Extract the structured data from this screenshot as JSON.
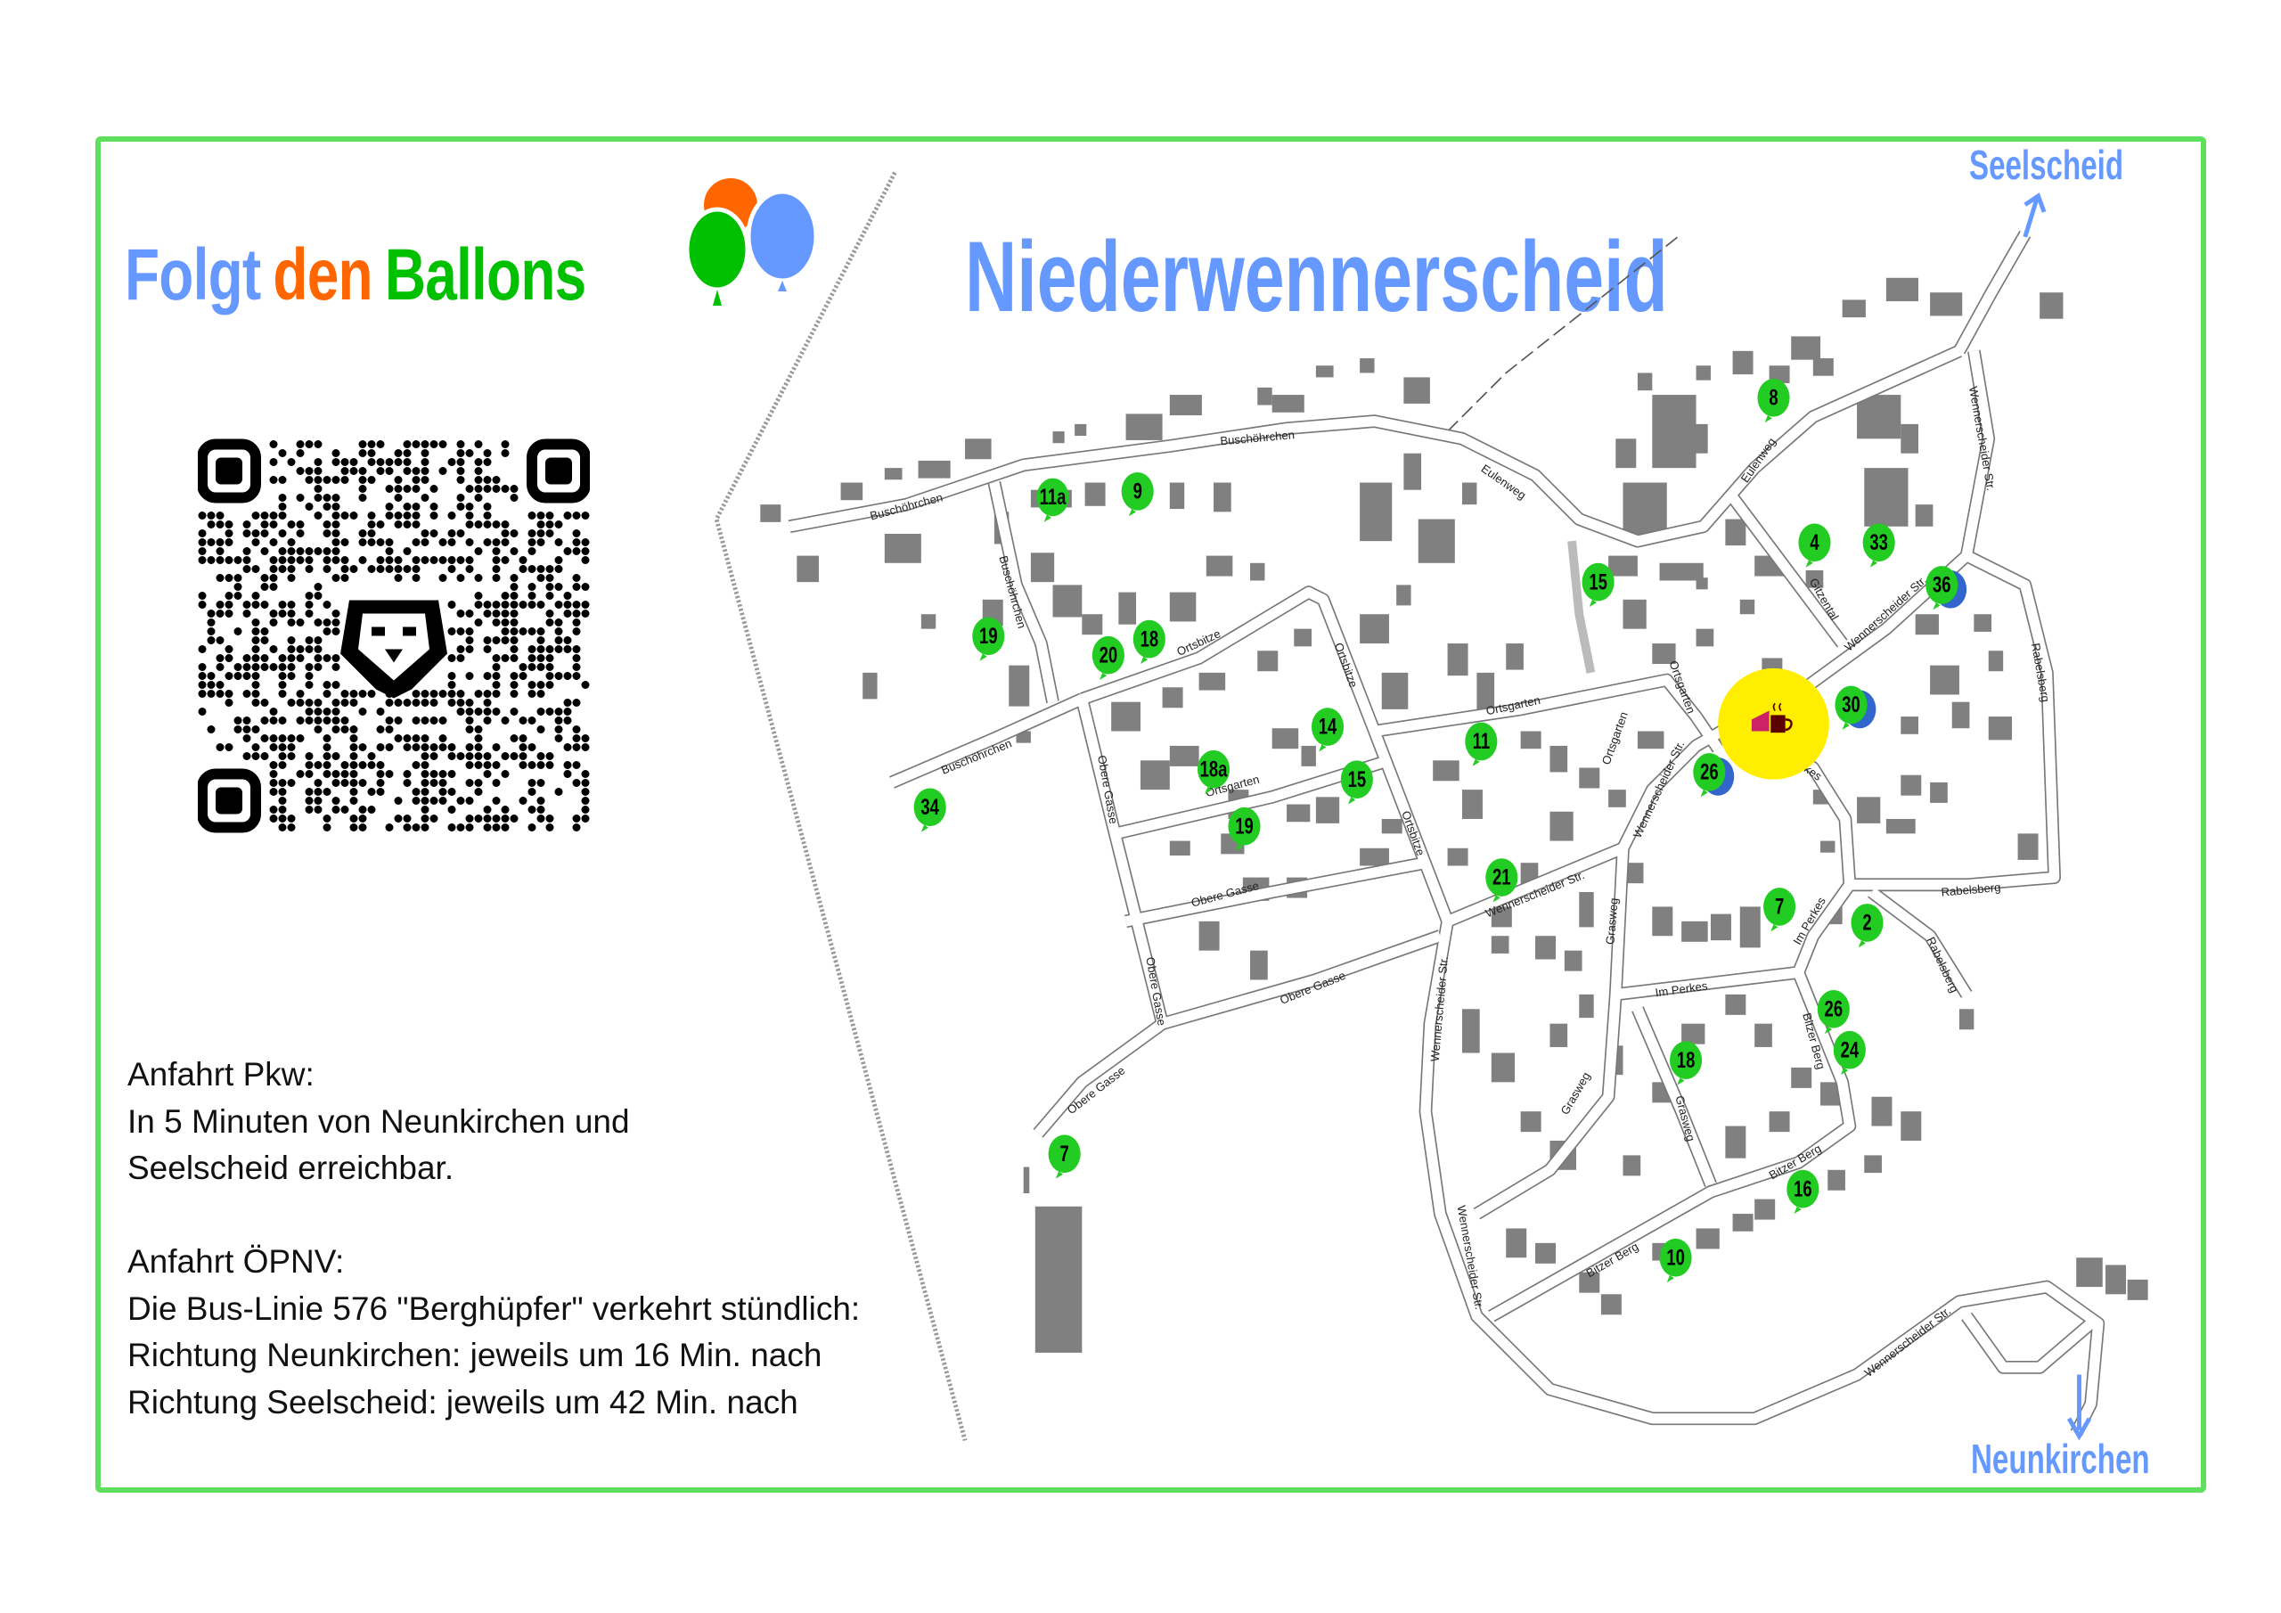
{
  "header": {
    "slogan": [
      "Folgt",
      "den",
      "Ballons"
    ],
    "slogan_colors": [
      "#6699ff",
      "#ff6600",
      "#00c000"
    ],
    "title": "Niederwennerscheid"
  },
  "directions": {
    "north": "Seelscheid",
    "south": "Neunkirchen"
  },
  "qr_code": {
    "center_icon": "lion-head-icon"
  },
  "info": {
    "lines": [
      "Anfahrt Pkw:",
      "In 5 Minuten von Neunkirchen und",
      "Seelscheid erreichbar.",
      "",
      "Anfahrt ÖPNV:",
      "Die Bus-Linie 576 \"Berghüpfer\" verkehrt stündlich:",
      "Richtung Neunkirchen: jeweils um 16 Min. nach",
      "Richtung Seelscheid: jeweils um 42 Min. nach"
    ]
  },
  "map": {
    "cafe_icon": "cake-and-coffee-icon",
    "colors": {
      "balloon_green": "#22cc22",
      "balloon_blue": "#3366cc",
      "cafe_highlight": "#ffee00",
      "building": "#808080",
      "accent": "#6699ff"
    },
    "markers": [
      {
        "label": "11a"
      },
      {
        "label": "9"
      },
      {
        "label": "19"
      },
      {
        "label": "20"
      },
      {
        "label": "18"
      },
      {
        "label": "14"
      },
      {
        "label": "18a"
      },
      {
        "label": "15"
      },
      {
        "label": "19"
      },
      {
        "label": "34"
      },
      {
        "label": "11"
      },
      {
        "label": "21"
      },
      {
        "label": "15"
      },
      {
        "label": "8"
      },
      {
        "label": "4"
      },
      {
        "label": "33"
      },
      {
        "label": "36",
        "blue": true
      },
      {
        "label": "30",
        "blue": true
      },
      {
        "label": "26",
        "blue": true
      },
      {
        "label": "7"
      },
      {
        "label": "2"
      },
      {
        "label": "26"
      },
      {
        "label": "24"
      },
      {
        "label": "18"
      },
      {
        "label": "16"
      },
      {
        "label": "10"
      },
      {
        "label": "7"
      }
    ],
    "streets": [
      "Buschöhrchen",
      "Buschöhrchen",
      "Buschöhrchen",
      "Buschöhrchen",
      "Eulenweg",
      "Eulenweg",
      "Ortsbitze",
      "Ortsbitze",
      "Ortsbitze",
      "Ortsgarten",
      "Ortsgarten",
      "Ortsgarten",
      "Ortsgarten",
      "Obere Gasse",
      "Obere Gasse",
      "Obere Gasse",
      "Obere Gasse",
      "Obere Gasse",
      "Gitzental",
      "Wennerscheider Str.",
      "Wennerscheider Str.",
      "Wennerscheider Str.",
      "Wennerscheider Str.",
      "Wennerscheider Str.",
      "Wennerscheider Str.",
      "Wennerscheider Str.",
      "Rabelsberg",
      "Rabelsberg",
      "Rabelsberg",
      "Im Perkes",
      "Im Perkes",
      "Im Perkes",
      "Grasweg",
      "Grasweg",
      "Grasweg",
      "Bitzer Berg",
      "Bitzer Berg",
      "Bitzer Berg"
    ]
  }
}
